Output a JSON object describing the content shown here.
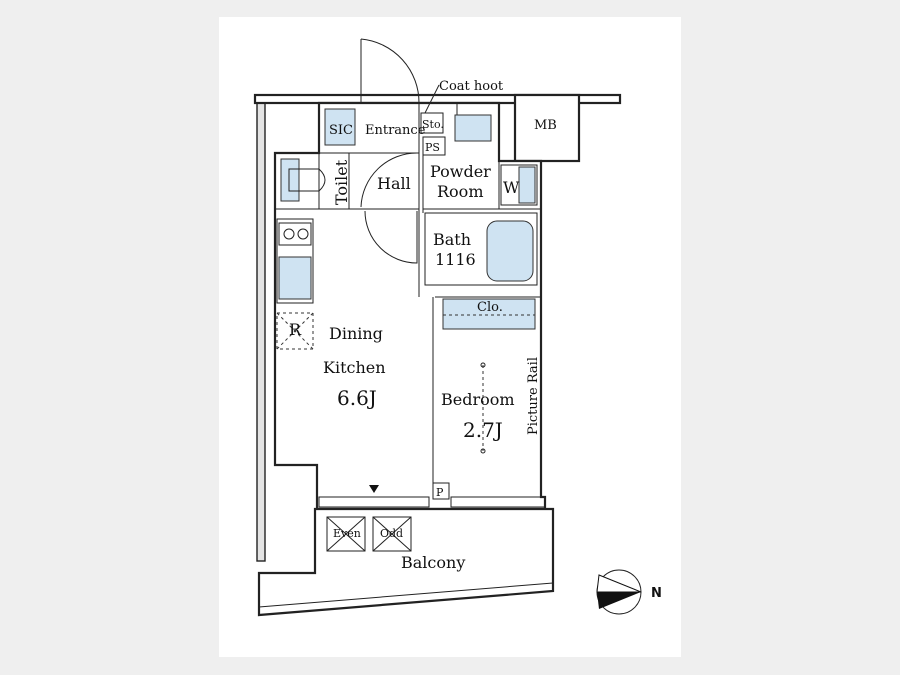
{
  "rooms": {
    "coat_hook": "Coat hoot",
    "sic": "SIC",
    "entrance": "Entrance",
    "storage": "Sto.",
    "mb": "MB",
    "ps": "PS",
    "toilet": "Toilet",
    "hall": "Hall",
    "powder_room_1": "Powder",
    "powder_room_2": "Room",
    "washer": "W",
    "bath_1": "Bath",
    "bath_2": "1116",
    "closet": "Clo.",
    "fridge": "R",
    "dining_1": "Dining",
    "dining_2": "Kitchen",
    "dining_size": "6.6J",
    "bedroom": "Bedroom",
    "bedroom_size": "2.7J",
    "picture_rail": "Picture Rail",
    "pipe": "P",
    "balcony": "Balcony",
    "unit_even": "Even",
    "unit_odd": "Odd"
  },
  "compass": {
    "north_label": "N"
  },
  "colors": {
    "fixture_blue": "#cfe3f2",
    "wall": "#222222",
    "background": "#efefef"
  }
}
